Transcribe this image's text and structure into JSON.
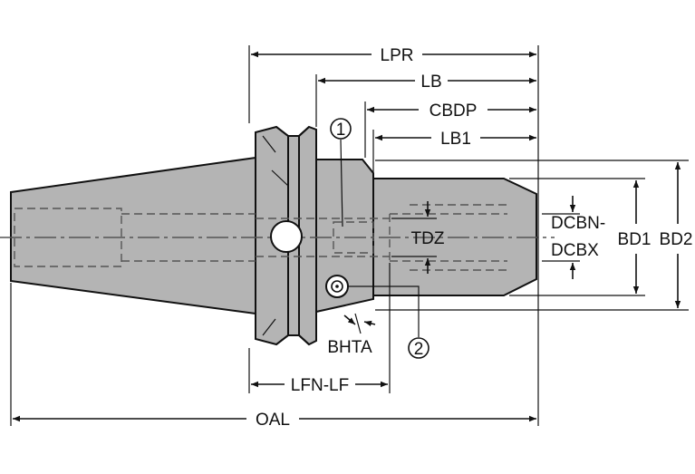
{
  "labels": {
    "lpr": "LPR",
    "lb": "LB",
    "cbdp": "CBDP",
    "lb1": "LB1",
    "tdz": "TDZ",
    "dcbn": "DCBN-",
    "dcbx": "DCBX",
    "bd1": "BD1",
    "bd2": "BD2",
    "bhta": "BHTA",
    "lfn_lf": "LFN-LF",
    "oal": "OAL"
  },
  "callouts": {
    "one": "1",
    "two": "2"
  },
  "colors": {
    "body": "#b4b4b4",
    "line": "#111111",
    "hidden": "#555555"
  }
}
